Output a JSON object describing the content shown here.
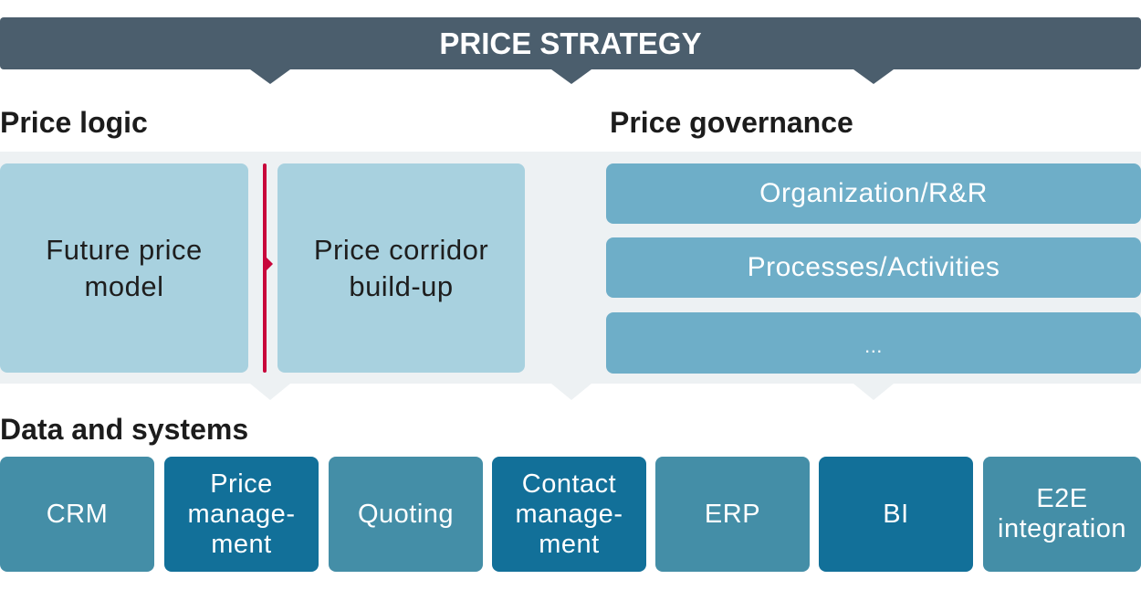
{
  "banner": {
    "title": "PRICE STRATEGY",
    "color": "#4b5e6d"
  },
  "sections": {
    "price_logic": {
      "heading": "Price logic",
      "boxes": [
        {
          "label": "Future price\nmodel"
        },
        {
          "label": "Price corridor\nbuild-up"
        }
      ],
      "divider_color": "#c8063b"
    },
    "price_governance": {
      "heading": "Price governance",
      "items": [
        {
          "label": "Organization/R&R"
        },
        {
          "label": "Processes/Activities"
        },
        {
          "label": "..."
        }
      ]
    },
    "data_systems": {
      "heading": "Data and systems",
      "items": [
        {
          "label": "CRM",
          "shade": "light"
        },
        {
          "label": "Price\nmanage-\nment",
          "shade": "dark"
        },
        {
          "label": "Quoting",
          "shade": "light"
        },
        {
          "label": "Contact\nmanage-\nment",
          "shade": "dark"
        },
        {
          "label": "ERP",
          "shade": "light"
        },
        {
          "label": "BI",
          "shade": "dark"
        },
        {
          "label": "E2E\nintegration",
          "shade": "light"
        }
      ]
    }
  },
  "colors": {
    "band": "#edf1f3",
    "logic_box": "#a8d1df",
    "governance_box": "#6eaec8",
    "system_light": "#448ea7",
    "system_dark": "#127099"
  }
}
